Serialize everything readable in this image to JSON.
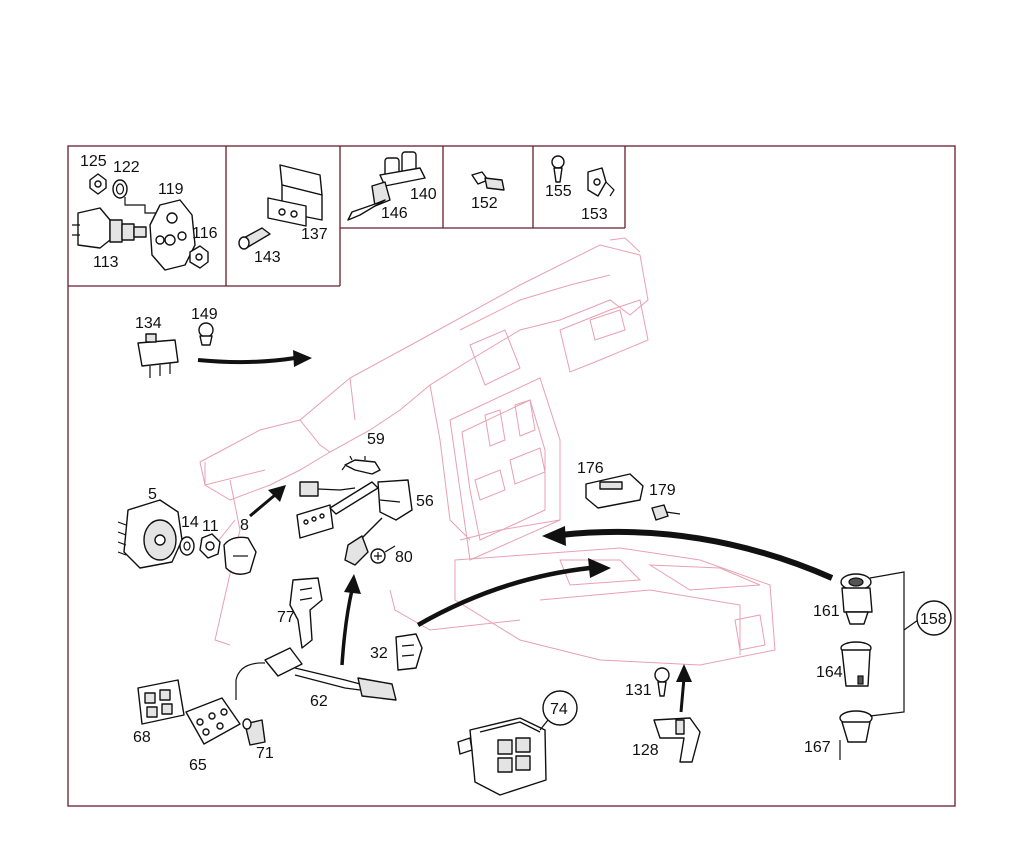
{
  "diagram": {
    "labels": {
      "l125": "125",
      "l122": "122",
      "l119": "119",
      "l113": "113",
      "l116": "116",
      "l137": "137",
      "l143": "143",
      "l140": "140",
      "l146": "146",
      "l152": "152",
      "l155": "155",
      "l153": "153",
      "l134": "134",
      "l149": "149",
      "l59": "59",
      "l56": "56",
      "l80": "80",
      "l5": "5",
      "l14": "14",
      "l11": "11",
      "l8": "8",
      "l77": "77",
      "l62": "62",
      "l32": "32",
      "l68": "68",
      "l65": "65",
      "l71": "71",
      "l74": "74",
      "l176": "176",
      "l179": "179",
      "l161": "161",
      "l164": "164",
      "l167": "167",
      "l158": "158",
      "l131": "131",
      "l128": "128"
    }
  }
}
